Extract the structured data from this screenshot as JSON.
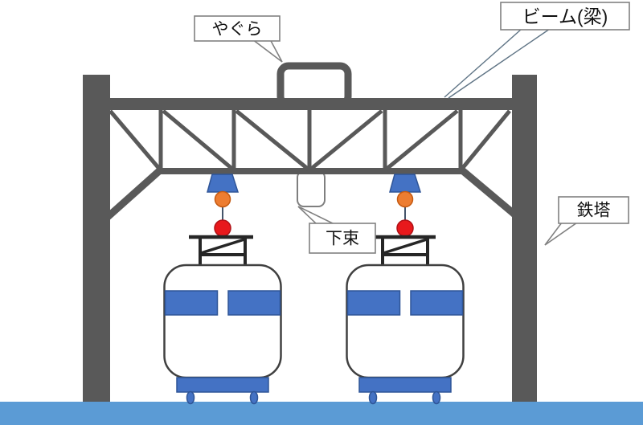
{
  "labels": {
    "yagura": "やぐら",
    "beam": "ビーム(梁)",
    "tower": "鉄塔",
    "lower_strut": "下束"
  },
  "colors": {
    "background": "#ffffff",
    "structure": "#595959",
    "train-blue": "#4472c4",
    "train-blue-dark": "#2f5597",
    "ground": "#5b9bd5",
    "insulator-orange": "#ed7d31",
    "insulator-orange-dark": "#c55a11",
    "marker-red": "#e8191c",
    "marker-red-dark": "#b01116",
    "wire": "#44546a",
    "pantograph": "#262626",
    "outline": "#404040",
    "strut-border": "#7f7f7f",
    "callout-border": "#808080",
    "leader": "#5f7485",
    "text": "#111111"
  }
}
